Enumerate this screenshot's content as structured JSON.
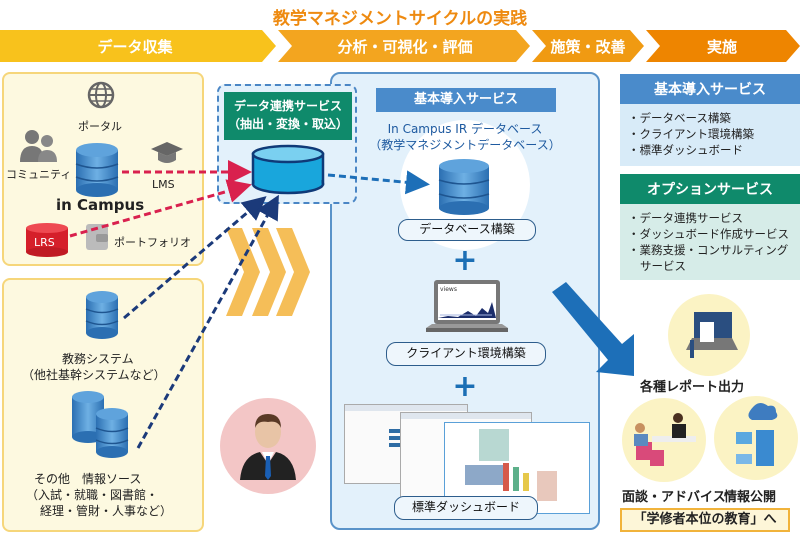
{
  "title": "教学マネジメントサイクルの実践",
  "phases": [
    {
      "label": "データ収集",
      "color": "#f8c21c"
    },
    {
      "label": "分析・可視化・評価",
      "color": "#f3a51f"
    },
    {
      "label": "施策・改善",
      "color": "#f09a12"
    },
    {
      "label": "実施",
      "color": "#ee8500"
    }
  ],
  "sources": {
    "portal": "ポータル",
    "community": "コミュニティ",
    "lms": "LMS",
    "in_campus": "in Campus",
    "lrs": "LRS",
    "portfolio": "ポートフォリオ",
    "academic_system": "教務システム",
    "academic_system_note": "（他社基幹システムなど）",
    "other_sources": "その他　情報ソース",
    "other_sources_note1": "（入試・就職・図書館・",
    "other_sources_note2": "経理・管財・人事など）"
  },
  "data_integration": {
    "label_line1": "データ連携サービス",
    "label_line2": "（抽出・変換・取込）"
  },
  "center": {
    "header": "基本導入サービス",
    "db_title1": "In Campus IR データベース",
    "db_title2": "（教学マネジメントデータベース）",
    "step1": "データベース構築",
    "step2": "クライアント環境構築",
    "step3": "標準ダッシュボード",
    "plus": "+",
    "laptop_screen_text": "views"
  },
  "right": {
    "basic_header": "基本導入サービス",
    "basic_items": [
      "データベース構築",
      "クライアント環境構築",
      "標準ダッシュボード"
    ],
    "option_header": "オプションサービス",
    "option_items": [
      "データ連携サービス",
      "ダッシュボード作成サービス",
      "業務支援・コンサルティング",
      "サービス"
    ],
    "report": "各種レポート出力",
    "advice": "面談・アドバイス",
    "disclosure": "情報公開",
    "final": "「学修者本位の教育」へ"
  },
  "colors": {
    "title": "#ee8a10",
    "panel_blue": "#4a8bcb",
    "option_green": "#0f8a6b",
    "red_link": "#d9214e",
    "navy_link": "#1b3a7a"
  }
}
